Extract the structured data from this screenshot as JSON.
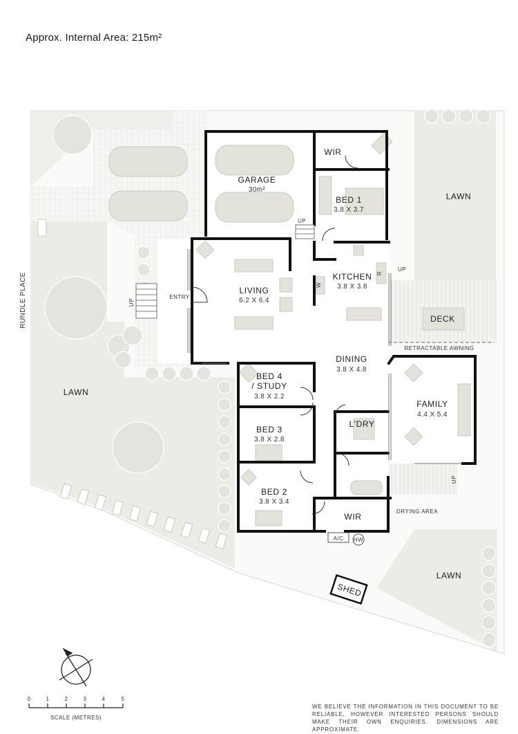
{
  "header": {
    "area_text": "Approx. Internal Area: 215m²"
  },
  "street": "RUNDLE PLACE",
  "rooms": {
    "garage": {
      "label": "GARAGE",
      "dims": "30m²"
    },
    "wir_top": {
      "label": "WIR"
    },
    "bed1": {
      "label": "BED 1",
      "dims": "3.8 X 3.7"
    },
    "living": {
      "label": "LIVING",
      "dims": "6.2 X 6.4"
    },
    "kitchen": {
      "label": "KITCHEN",
      "dims": "3.8 X 3.8"
    },
    "entry": {
      "label": "ENTRY"
    },
    "deck": {
      "label": "DECK"
    },
    "dining": {
      "label": "DINING",
      "dims": "3.8 X 4.8"
    },
    "bed4": {
      "label_1": "BED 4",
      "label_2": "/ STUDY",
      "dims": "3.8 X 2.2"
    },
    "family": {
      "label": "FAMILY",
      "dims": "4.4 X 5.4"
    },
    "laundry": {
      "label": "L'DRY"
    },
    "bed3": {
      "label": "BED 3",
      "dims": "3.8 X 2.8"
    },
    "bed2": {
      "label": "BED 2",
      "dims": "3.8 X 3.4"
    },
    "wir_bottom": {
      "label": "WIR"
    },
    "shed": {
      "label": "SHED"
    }
  },
  "outdoor": {
    "lawn_top_right": "LAWN",
    "lawn_left": "LAWN",
    "lawn_bottom_right": "LAWN",
    "retractable_awning": "RETRACTABLE AWNING",
    "drying_area": "DRYING AREA"
  },
  "markers": {
    "up": "UP",
    "ac": "A/C",
    "hw": "HW",
    "fridge": "R",
    "wash": "W"
  },
  "scale": {
    "ticks": [
      "0",
      "1",
      "2",
      "3",
      "4",
      "5"
    ],
    "label": "SCALE (METRES)"
  },
  "disclaimer": "WE BELIEVE THE INFORMATION IN THIS DOCUMENT TO BE RELIABLE, HOWEVER INTERESTED PERSONS SHOULD MAKE THEIR OWN ENQUIRIES. DIMENSIONS ARE APPROXIMATE.",
  "colors": {
    "wall": "#111111",
    "lawn": "#e9e9e4",
    "paving": "#f4f4f2",
    "furniture": "#e3e3dc",
    "background": "#ffffff"
  }
}
